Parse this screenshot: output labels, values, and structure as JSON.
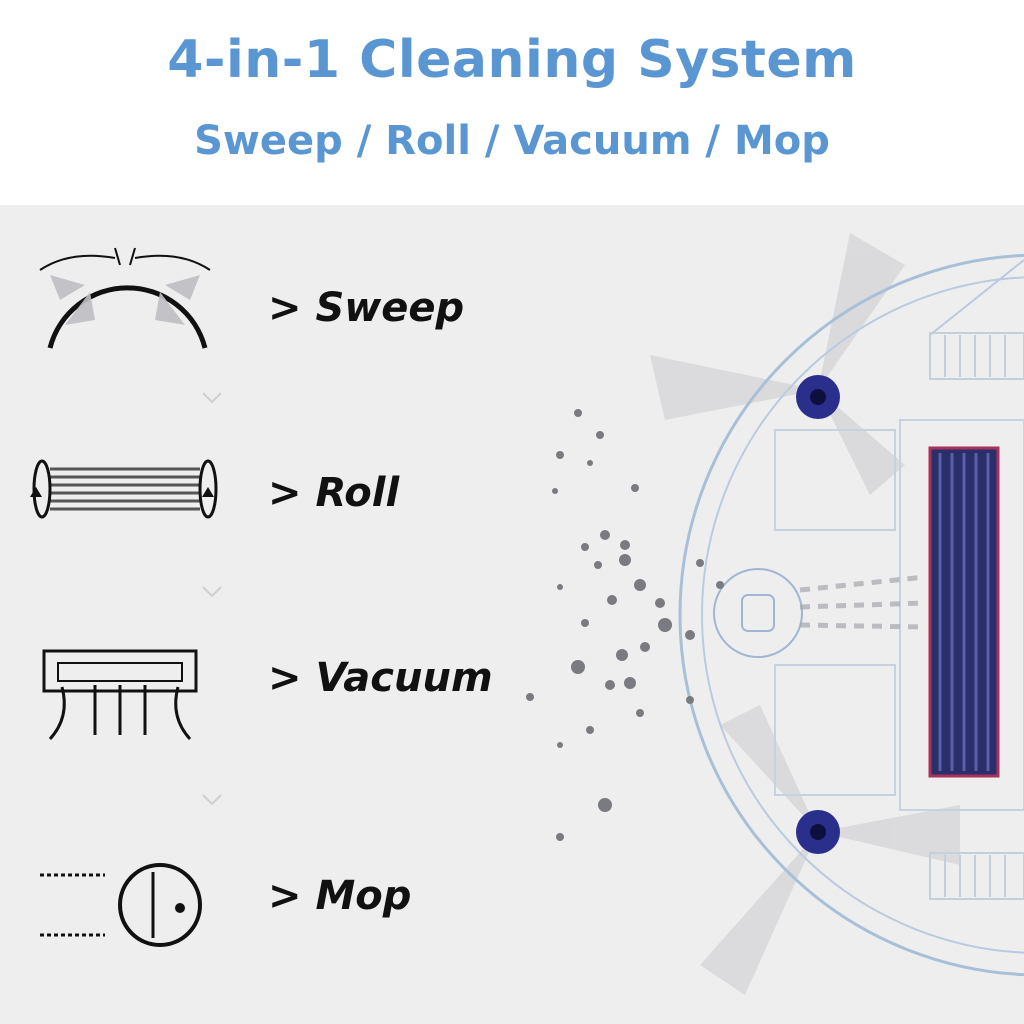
{
  "header": {
    "title": "4-in-1 Cleaning System",
    "subtitle": "Sweep / Roll / Vacuum / Mop"
  },
  "features": [
    {
      "label": "> Sweep",
      "icon": "sweep-brush-icon"
    },
    {
      "label": "> Roll",
      "icon": "roller-brush-icon"
    },
    {
      "label": "> Vacuum",
      "icon": "vacuum-suction-icon"
    },
    {
      "label": "> Mop",
      "icon": "mop-robot-icon"
    }
  ],
  "colors": {
    "accent": "#5a96d2",
    "text": "#111111",
    "panel": "#efeeee",
    "brush": "#2a2f8c"
  }
}
